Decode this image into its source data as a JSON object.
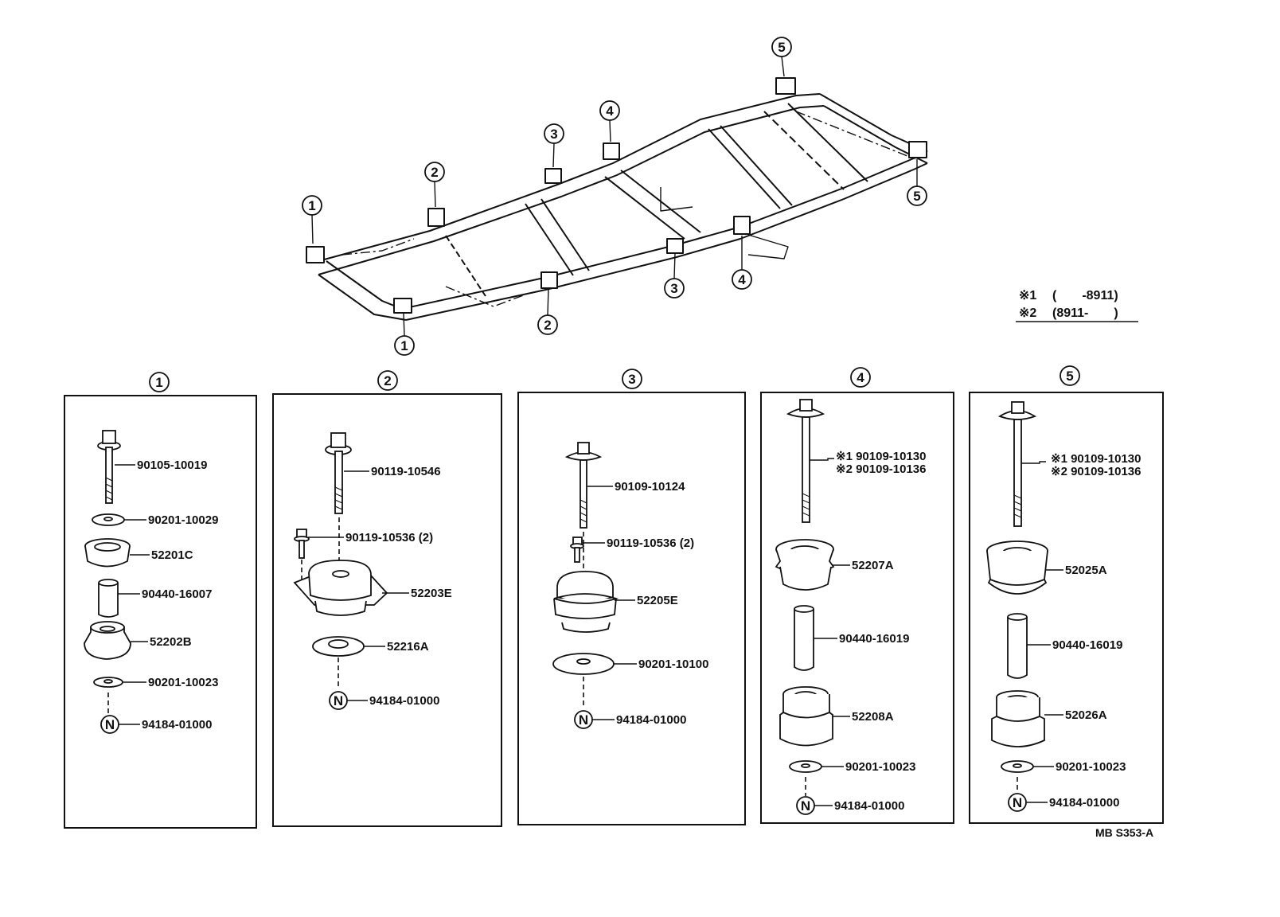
{
  "callout_symbol": "N",
  "frame": {
    "markers": [
      {
        "num": "1"
      },
      {
        "num": "1"
      },
      {
        "num": "2"
      },
      {
        "num": "2"
      },
      {
        "num": "3"
      },
      {
        "num": "3"
      },
      {
        "num": "4"
      },
      {
        "num": "4"
      },
      {
        "num": "5"
      },
      {
        "num": "5"
      }
    ]
  },
  "legend": {
    "line1_mark": "※1",
    "line1_range": "(　　-8911)",
    "line2_mark": "※2",
    "line2_range": "(8911-　　)"
  },
  "panels": [
    {
      "num": "1",
      "parts": [
        "90105-10019",
        "90201-10029",
        "52201C",
        "90440-16007",
        "52202B",
        "90201-10023",
        "94184-01000"
      ]
    },
    {
      "num": "2",
      "parts": [
        "90119-10546",
        "90119-10536 (2)",
        "52203E",
        "52216A",
        "94184-01000"
      ]
    },
    {
      "num": "3",
      "parts": [
        "90109-10124",
        "90119-10536 (2)",
        "52205E",
        "90201-10100",
        "94184-01000"
      ]
    },
    {
      "num": "4",
      "parts": [
        "※1 90109-10130",
        "※2 90109-10136",
        "52207A",
        "90440-16019",
        "52208A",
        "90201-10023",
        "94184-01000"
      ]
    },
    {
      "num": "5",
      "parts": [
        "※1 90109-10130",
        "※2 90109-10136",
        "52025A",
        "90440-16019",
        "52026A",
        "90201-10023",
        "94184-01000"
      ]
    }
  ],
  "diagram_code": "MB S353-A",
  "colors": {
    "ink": "#111111",
    "paper": "#ffffff"
  }
}
